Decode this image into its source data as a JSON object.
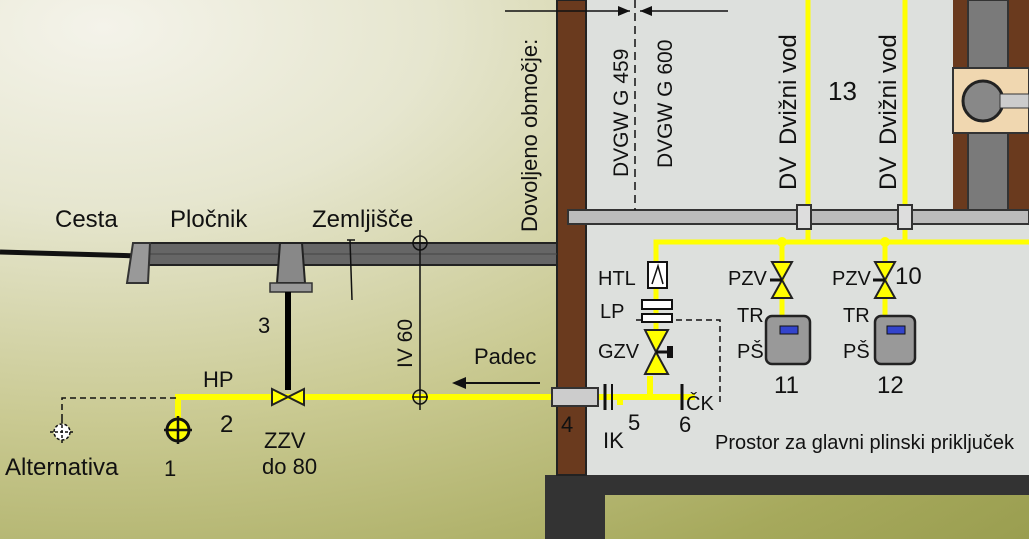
{
  "labels": {
    "cesta": "Cesta",
    "plocnik": "Pločnik",
    "zemljisce": "Zemljišče",
    "dovoljeno": "Dovoljeno območje:",
    "dvgw459": "DVGW G 459",
    "dvgw600": "DVGW G 600",
    "n13": "13",
    "dvizni_vod_1": "Dvižni vod",
    "dvizni_vod_2": "Dvižni vod",
    "dv_1": "DV",
    "dv_2": "DV",
    "htl": "HTL",
    "lp": "LP",
    "gzv": "GZV",
    "pzv_1": "PZV",
    "pzv_2": "PZV",
    "n10": "10",
    "tr_1": "TR",
    "tr_2": "TR",
    "ps_1": "PŠ",
    "ps_2": "PŠ",
    "n11": "11",
    "n12": "12",
    "n3": "3",
    "iv60": "IV 60",
    "padec": "Padec",
    "hp": "HP",
    "n2": "2",
    "zzv": "ZZV",
    "do80": "do 80",
    "alternativa": "Alternativa",
    "n1": "1",
    "n4": "4",
    "ik": "IK",
    "n5": "5",
    "n6": "6",
    "ck": "ČK",
    "prostor": "Prostor za glavni plinski priključek"
  }
}
